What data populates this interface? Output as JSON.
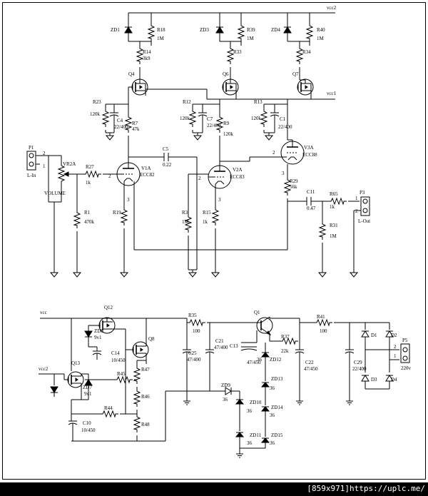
{
  "footer": {
    "watermark": "[859x971]https://uplc.me/"
  },
  "nets": {
    "vcc": "vcc",
    "vcc1": "vcc1",
    "vcc2": "vcc2"
  },
  "connectors": {
    "P1": {
      "ref": "P1",
      "name": "L-In",
      "pins": [
        "2",
        "1"
      ]
    },
    "P3": {
      "ref": "P3",
      "name": "L-Out",
      "pins": [
        "1",
        "2"
      ]
    },
    "P5": {
      "ref": "P5",
      "name": "220v",
      "pins": [
        "2",
        "1"
      ]
    }
  },
  "pot": {
    "ref": "VR2A",
    "name": "VOLUME"
  },
  "zeners_top": [
    {
      "ref": "ZD1"
    },
    {
      "ref": "ZD3"
    },
    {
      "ref": "ZD4"
    }
  ],
  "resistors_top": {
    "R18": {
      "ref": "R18",
      "value": "1M"
    },
    "R39": {
      "ref": "R39",
      "value": "1M"
    },
    "R40": {
      "ref": "R40",
      "value": "1M"
    },
    "R14": {
      "ref": "R14",
      "value": "3k9"
    },
    "R33": {
      "ref": "R33"
    },
    "R34": {
      "ref": "R34"
    },
    "R23": {
      "ref": "R23",
      "value": "120k"
    },
    "R12": {
      "ref": "R12",
      "value": "120k"
    },
    "R13": {
      "ref": "R13",
      "value": "120k"
    },
    "R7": {
      "ref": "R7",
      "value": "47k"
    },
    "R9": {
      "ref": "R9",
      "value": "120k"
    },
    "R27": {
      "ref": "R27",
      "value": "1k"
    },
    "R1": {
      "ref": "R1",
      "value": "470k"
    },
    "R19": {
      "ref": "R19"
    },
    "R3": {
      "ref": "R3",
      "value": "1M"
    },
    "R15": {
      "ref": "R15",
      "value": "1k"
    },
    "R29": {
      "ref": "R29",
      "value": "56k"
    },
    "R65": {
      "ref": "R65",
      "value": "1k"
    },
    "R31": {
      "ref": "R31",
      "value": "1M"
    }
  },
  "caps_top": {
    "C4": {
      "ref": "C4",
      "value": "22/400"
    },
    "C7": {
      "ref": "C7",
      "value": "22/400"
    },
    "C1": {
      "ref": "C1",
      "value": "22/400"
    },
    "C5": {
      "ref": "C5",
      "value": "0.22"
    },
    "C11": {
      "ref": "C11",
      "value": "0.47"
    }
  },
  "mosfets_top": [
    {
      "ref": "Q4"
    },
    {
      "ref": "Q6"
    },
    {
      "ref": "Q7"
    }
  ],
  "tubes": {
    "V1A": {
      "ref": "V1A",
      "type": "ECC82"
    },
    "V2A": {
      "ref": "V2A",
      "type": "ECC83"
    },
    "V3A": {
      "ref": "V3A",
      "type": "ECC88"
    }
  },
  "pins": {
    "p1": "1",
    "p2": "2",
    "p3": "3"
  },
  "psu": {
    "Q12": "Q12",
    "Q8": "Q8",
    "Q13": "Q13",
    "Q1": "Q1",
    "ZD8": {
      "ref": "ZD8",
      "value": "9v1"
    },
    "ZD7": {
      "ref": "ZD7",
      "value": "9v1"
    },
    "C14": {
      "ref": "C14",
      "value": "10/450"
    },
    "C10": {
      "ref": "C10",
      "value": "10/450"
    },
    "R47": "R47",
    "R45": "R45",
    "R46": "R46",
    "R44": "R44",
    "R48": "R48",
    "R35": {
      "ref": "R35",
      "value": "100"
    },
    "R37": {
      "ref": "R37",
      "value": "22k"
    },
    "R41": {
      "ref": "R41",
      "value": "100"
    },
    "C25": {
      "ref": "C25",
      "value": "47/400"
    },
    "C21": {
      "ref": "C21",
      "value": "47/400"
    },
    "C13": {
      "ref": "C13",
      "value": "47/450"
    },
    "C22": {
      "ref": "C22",
      "value": "47/450"
    },
    "C29": {
      "ref": "C29",
      "value": "22/400"
    },
    "ZD12": {
      "ref": "ZD12",
      "value": "36"
    },
    "ZD13": {
      "ref": "ZD13",
      "value": "36"
    },
    "ZD14": {
      "ref": "ZD14",
      "value": "36"
    },
    "ZD15": {
      "ref": "ZD15",
      "value": "36"
    },
    "ZD9": {
      "ref": "ZD9",
      "value": "36"
    },
    "ZD10": {
      "ref": "ZD10",
      "value": "36"
    },
    "ZD11": {
      "ref": "ZD11",
      "value": "36"
    },
    "D1": "D1",
    "D2": "D2",
    "D3": "D3",
    "D4": "D4"
  }
}
